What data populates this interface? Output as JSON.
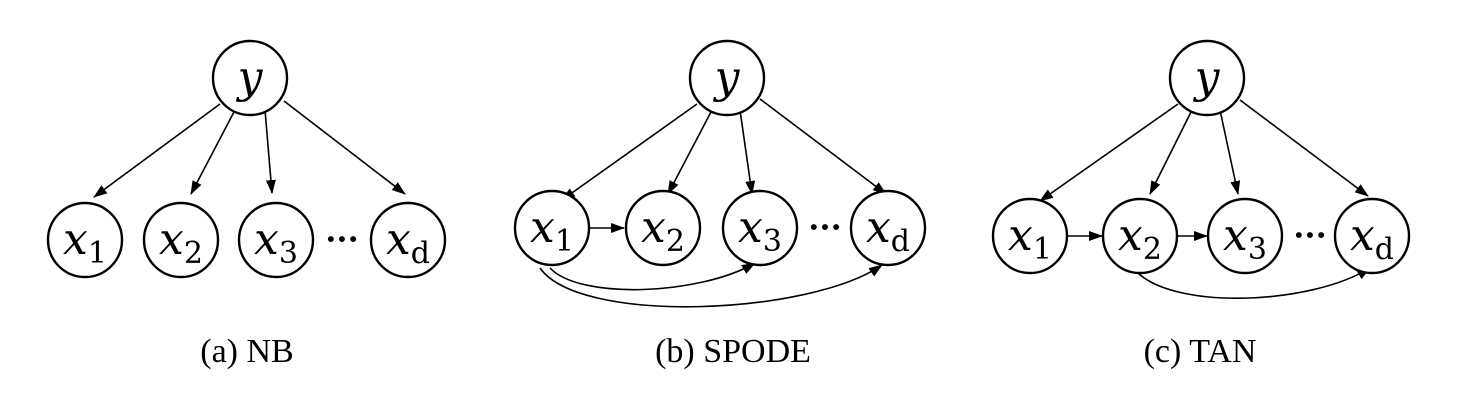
{
  "panels": [
    {
      "id": "nb",
      "caption": "(a) NB",
      "root": {
        "main": "y",
        "sub": ""
      },
      "features": [
        {
          "main": "x",
          "sub": "1"
        },
        {
          "main": "x",
          "sub": "2"
        },
        {
          "main": "x",
          "sub": "3"
        },
        {
          "main": "x",
          "sub": "d"
        }
      ],
      "ellipsis": "···"
    },
    {
      "id": "spode",
      "caption": "(b) SPODE",
      "root": {
        "main": "y",
        "sub": ""
      },
      "features": [
        {
          "main": "x",
          "sub": "1"
        },
        {
          "main": "x",
          "sub": "2"
        },
        {
          "main": "x",
          "sub": "3"
        },
        {
          "main": "x",
          "sub": "d"
        }
      ],
      "ellipsis": "···"
    },
    {
      "id": "tan",
      "caption": "(c) TAN",
      "root": {
        "main": "y",
        "sub": ""
      },
      "features": [
        {
          "main": "x",
          "sub": "1"
        },
        {
          "main": "x",
          "sub": "2"
        },
        {
          "main": "x",
          "sub": "3"
        },
        {
          "main": "x",
          "sub": "d"
        }
      ],
      "ellipsis": "···"
    }
  ]
}
